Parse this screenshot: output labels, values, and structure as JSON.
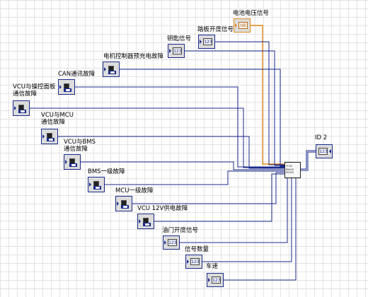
{
  "colors": {
    "wire_numeric": "#1a2a8c",
    "wire_u8": "#e08a1c",
    "grid": "#e3e3e3",
    "background": "#ffffff"
  },
  "controls": [
    {
      "id": "battery-voltage-signal",
      "label": "电池电压信号",
      "kind": "numeric",
      "icon": "numeric-control-icon",
      "display": "U8"
    },
    {
      "id": "brake-pedal-signal",
      "label": "踏板开度信号",
      "kind": "numeric",
      "icon": "numeric-control-icon",
      "display": "123"
    },
    {
      "id": "key-signal",
      "label": "钥匙信号",
      "kind": "numeric",
      "icon": "numeric-control-icon",
      "display": "123"
    },
    {
      "id": "motor-precharge-fault",
      "label": "电机控制器预充电故障",
      "kind": "boolean",
      "icon": "boolean-control-icon"
    },
    {
      "id": "can-comm-fault",
      "label": "CAN通讯故障",
      "kind": "boolean",
      "icon": "boolean-control-icon"
    },
    {
      "id": "vcu-panel-comm-fault",
      "label": "VCU与操控面板\n通信故障",
      "kind": "boolean",
      "icon": "boolean-control-icon"
    },
    {
      "id": "vcu-mcu-comm-fault",
      "label": "VCU与MCU\n通信故障",
      "kind": "boolean",
      "icon": "boolean-control-icon"
    },
    {
      "id": "vcu-bms-comm-fault",
      "label": "VCU与BMS\n通信故障",
      "kind": "boolean",
      "icon": "boolean-control-icon"
    },
    {
      "id": "bms-level1-fault",
      "label": "BMS一级故障",
      "kind": "boolean",
      "icon": "boolean-control-icon"
    },
    {
      "id": "mcu-level1-fault",
      "label": "MCU一级故障",
      "kind": "boolean",
      "icon": "boolean-control-icon"
    },
    {
      "id": "vcu-12v-fault",
      "label": "VCU 12V供电故障",
      "kind": "boolean",
      "icon": "boolean-control-icon"
    },
    {
      "id": "throttle-signal",
      "label": "油门开度信号",
      "kind": "numeric",
      "icon": "numeric-control-icon",
      "display": "123"
    },
    {
      "id": "signal-count",
      "label": "信号数量",
      "kind": "numeric",
      "icon": "numeric-control-icon",
      "display": "123"
    },
    {
      "id": "vehicle-speed",
      "label": "车速",
      "kind": "numeric",
      "icon": "numeric-control-icon",
      "display": "123"
    }
  ],
  "bundle_node": {
    "name": "build-array-node",
    "icon": "bundle-node-icon",
    "lines": [
      "7C10",
      "89AC8",
      "99103"
    ]
  },
  "output": {
    "id": "id2-indicator",
    "label": "ID 2",
    "kind": "numeric",
    "icon": "numeric-indicator-icon",
    "display": "123"
  }
}
